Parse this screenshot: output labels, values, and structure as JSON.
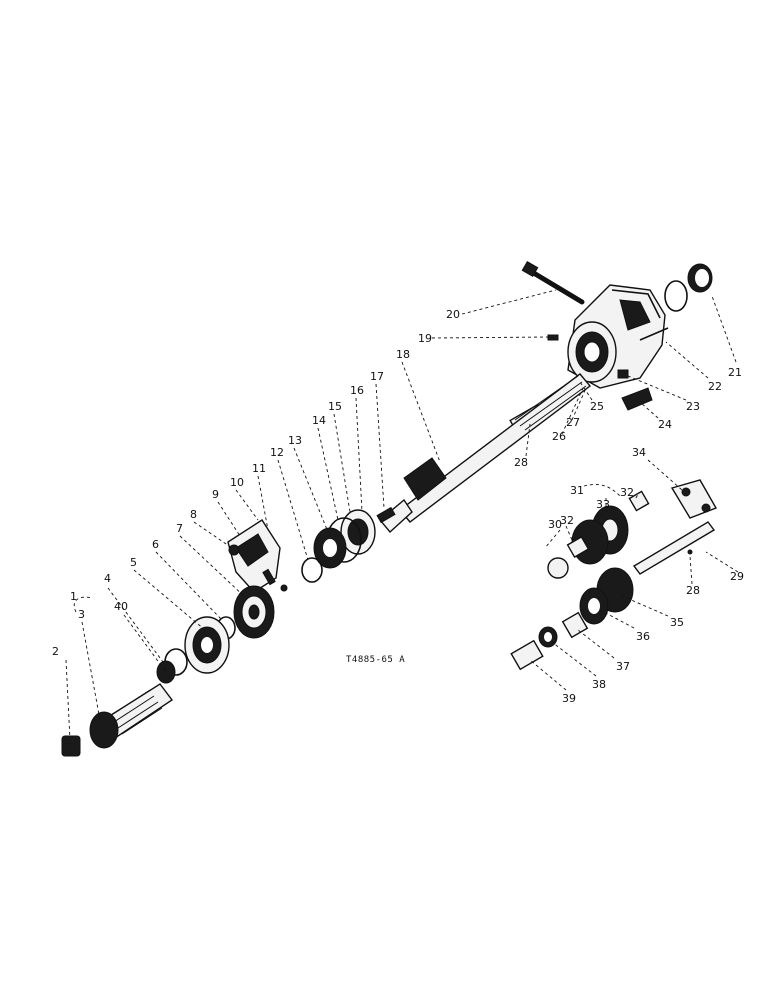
{
  "figure": {
    "code": "T4885-65 A",
    "callouts": [
      "1",
      "2",
      "3",
      "4",
      "40",
      "5",
      "6",
      "7",
      "8",
      "9",
      "10",
      "11",
      "12",
      "13",
      "14",
      "15",
      "16",
      "17",
      "18",
      "19",
      "20",
      "21",
      "22",
      "23",
      "24",
      "25",
      "26",
      "27",
      "28",
      "28",
      "29",
      "30",
      "31",
      "32",
      "32",
      "33",
      "34",
      "35",
      "36",
      "37",
      "38",
      "39"
    ]
  },
  "colors": {
    "ink": "#111111",
    "paper": "#ffffff"
  }
}
